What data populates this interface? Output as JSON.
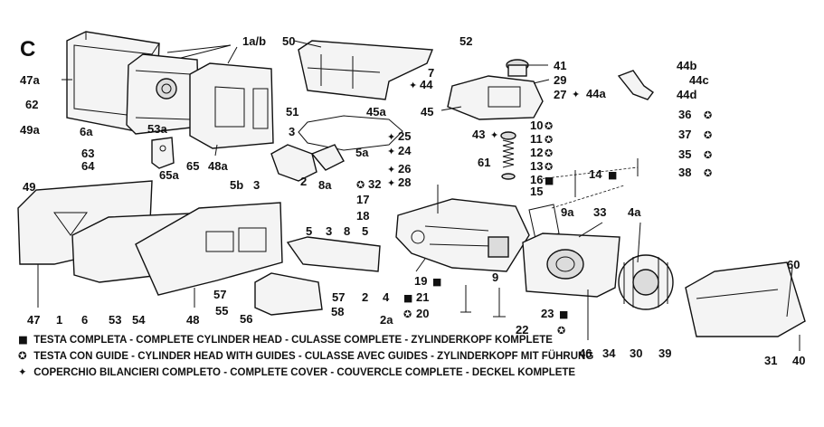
{
  "section_letter": "C",
  "callouts": [
    "1a/b",
    "50",
    "52",
    "47a",
    "62",
    "49a",
    "6a",
    "53a",
    "63",
    "64",
    "65",
    "48a",
    "51",
    "45a",
    "41",
    "7",
    "44",
    "29",
    "27",
    "44a",
    "44b",
    "44c",
    "44d",
    "45",
    "3",
    "5a",
    "5b",
    "3",
    "2",
    "8a",
    "10",
    "11",
    "12",
    "13",
    "16",
    "15",
    "14",
    "25",
    "24",
    "26",
    "28",
    "43",
    "61",
    "36",
    "37",
    "35",
    "38",
    "32",
    "17",
    "18",
    "49",
    "65a",
    "5",
    "3",
    "8",
    "5",
    "9a",
    "33",
    "4a",
    "19",
    "9",
    "21",
    "20",
    "22",
    "23",
    "46",
    "34",
    "30",
    "39",
    "60",
    "31",
    "40",
    "47",
    "1",
    "6",
    "53",
    "54",
    "48",
    "57",
    "55",
    "56",
    "58",
    "57",
    "2",
    "4",
    "2a"
  ],
  "symbols": {
    "square": "■",
    "circle": "✪",
    "diamond": "✦"
  },
  "legend": [
    {
      "symbol": "■",
      "text": "TESTA COMPLETA - COMPLETE CYLINDER HEAD - CULASSE COMPLETE - ZYLINDERKOPF KOMPLETE"
    },
    {
      "symbol": "✪",
      "text": "TESTA CON GUIDE - CYLINDER HEAD WITH GUIDES - CULASSE AVEC GUIDES - ZYLINDERKOPF MIT FÜHRUNG"
    },
    {
      "symbol": "✦",
      "text": "COPERCHIO BILANCIERI COMPLETO - COMPLETE COVER - COUVERCLE COMPLETE - DECKEL KOMPLETE"
    }
  ]
}
